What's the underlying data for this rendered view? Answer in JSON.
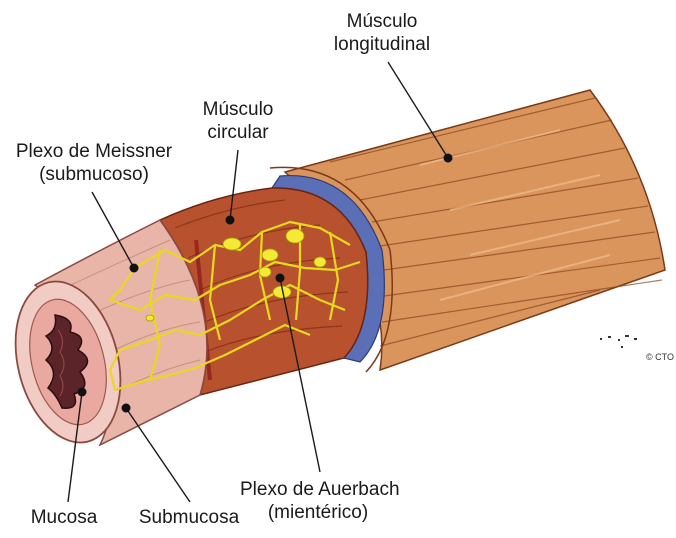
{
  "labels": {
    "musculo_longitudinal": [
      "Músculo",
      "longitudinal"
    ],
    "musculo_circular": [
      "Músculo",
      "circular"
    ],
    "plexo_meissner": [
      "Plexo de Meissner",
      "(submucoso)"
    ],
    "plexo_auerbach": [
      "Plexo de Auerbach",
      "(mientérico)"
    ],
    "mucosa": "Mucosa",
    "submucosa": "Submucosa"
  },
  "copyright": "© CTO",
  "colors": {
    "longitudinal_muscle": "#d9955c",
    "circular_muscle": "#b8522e",
    "submucosa": "#e8b5a8",
    "mucosa": "#f0ccc4",
    "serosa_ring": "#5a6fb5",
    "plexus": "#f0e430"
  }
}
